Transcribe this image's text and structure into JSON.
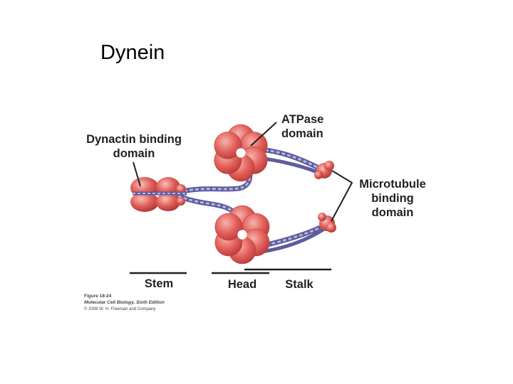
{
  "title": "Dynein",
  "labels": {
    "dynactin_line1": "Dynactin binding",
    "dynactin_line2": "domain",
    "atpase_line1": "ATPase",
    "atpase_line2": "domain",
    "microtubule_line1": "Microtubule",
    "microtubule_line2": "binding",
    "microtubule_line3": "domain",
    "stem": "Stem",
    "head": "Head",
    "stalk": "Stalk"
  },
  "caption": {
    "line1": "Figure 18-24",
    "line2": "Molecular Cell Biology, Sixth Edition",
    "line3": "© 2008 W. H. Freeman and Company"
  },
  "colors": {
    "protein": "#e3615c",
    "protein_light": "#f4a8a0",
    "protein_dark": "#b83a38",
    "linker": "#8f8cc8",
    "linker_dark": "#5e5a9e",
    "text": "#231f20"
  }
}
